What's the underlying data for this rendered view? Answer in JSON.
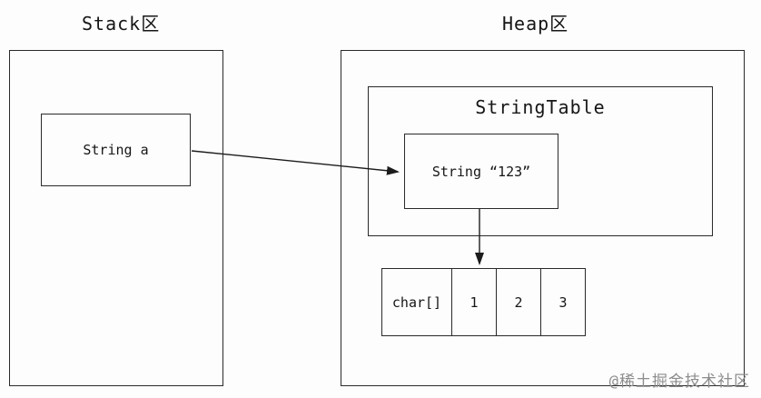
{
  "stack": {
    "title": "Stack区",
    "var_box": "String a"
  },
  "heap": {
    "title": "Heap区",
    "string_table": {
      "title": "StringTable",
      "string_box": "String “123”"
    },
    "char_array": {
      "label": "char[]",
      "cells": [
        "1",
        "2",
        "3"
      ]
    }
  },
  "colors": {
    "line": "#2a2a2a",
    "watermark": "#8d8d8d"
  },
  "watermark": "@稀土掘金技术社区"
}
